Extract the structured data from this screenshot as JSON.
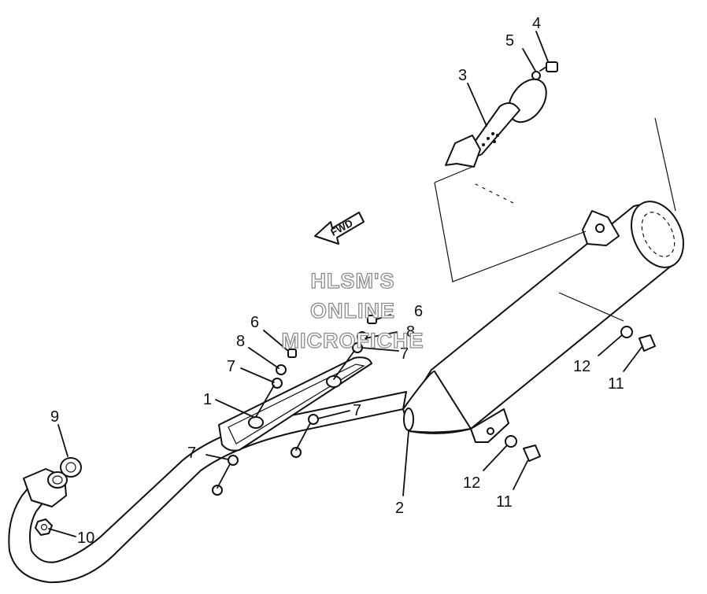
{
  "watermark": {
    "line1": "HLSM'S",
    "line2": "ONLINE",
    "line3": "MICROFICHE"
  },
  "direction_label": "FWD",
  "callouts": {
    "c1": "1",
    "c2": "2",
    "c3": "3",
    "c4": "4",
    "c5": "5",
    "c6a": "6",
    "c6b": "6",
    "c7a": "7",
    "c7b": "7",
    "c7c": "7",
    "c7d": "7",
    "c8a": "8",
    "c8b": "8",
    "c9": "9",
    "c10": "10",
    "c11a": "11",
    "c11b": "11",
    "c12a": "12",
    "c12b": "12"
  }
}
